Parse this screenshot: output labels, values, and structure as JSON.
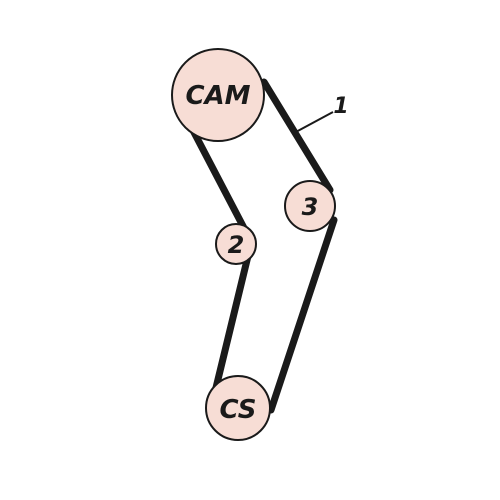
{
  "pulleys": {
    "cam": {
      "label": "CAM"
    },
    "idler_2": {
      "label": "2"
    },
    "idler_3": {
      "label": "3"
    },
    "crankshaft": {
      "label": "CS"
    }
  },
  "belt_callout": {
    "label": "1"
  },
  "colors": {
    "pulley_fill": "#f7ddd5",
    "belt": "#1a1a1a",
    "text": "#1a1a1a"
  }
}
